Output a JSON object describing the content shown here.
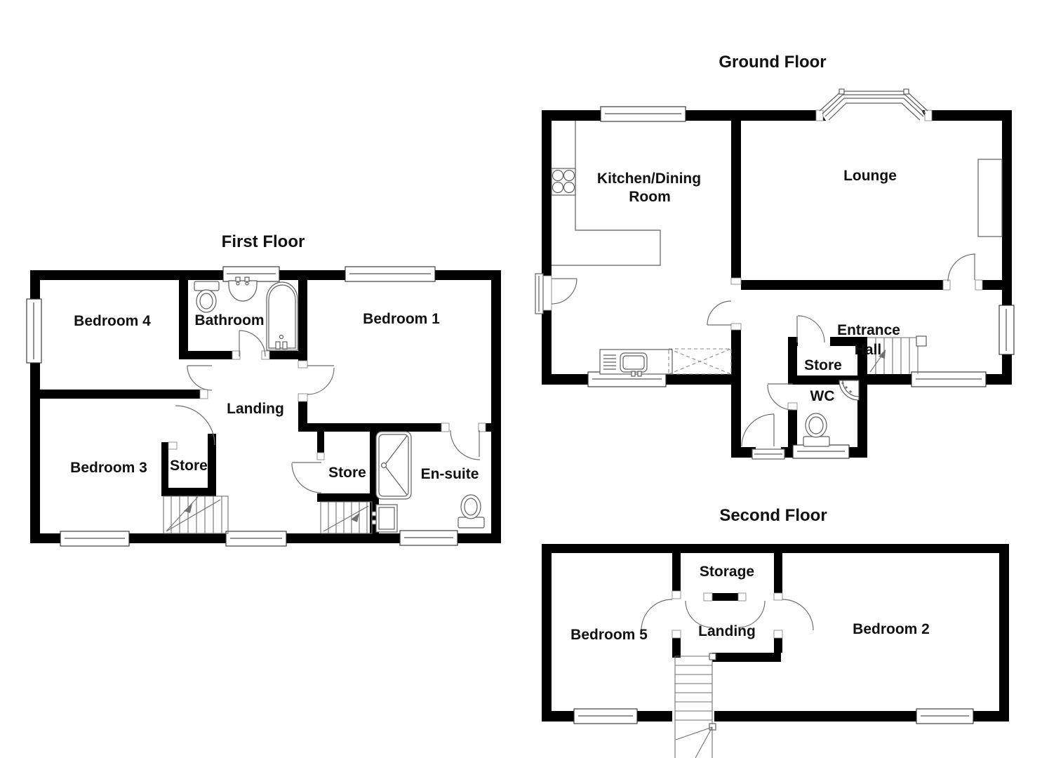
{
  "page": {
    "background": "#ffffff"
  },
  "colors": {
    "wall": "#000000",
    "line": "#5f5f5f",
    "label": "#111111"
  },
  "floors": {
    "first": {
      "title": "First Floor",
      "rooms": {
        "bedroom4": "Bedroom 4",
        "bathroom": "Bathroom",
        "bedroom1": "Bedroom 1",
        "landing": "Landing",
        "bedroom3": "Bedroom 3",
        "store_left": "Store",
        "store_right": "Store",
        "ensuite": "En-suite"
      }
    },
    "ground": {
      "title": "Ground Floor",
      "rooms": {
        "kitchen_line1": "Kitchen/Dining",
        "kitchen_line2": "Room",
        "lounge": "Lounge",
        "entrance_line1": "Entrance",
        "entrance_line2": "Hall",
        "store": "Store",
        "wc": "WC"
      }
    },
    "second": {
      "title": "Second Floor",
      "rooms": {
        "storage": "Storage",
        "bedroom5": "Bedroom 5",
        "landing": "Landing",
        "bedroom2": "Bedroom 2"
      }
    }
  }
}
